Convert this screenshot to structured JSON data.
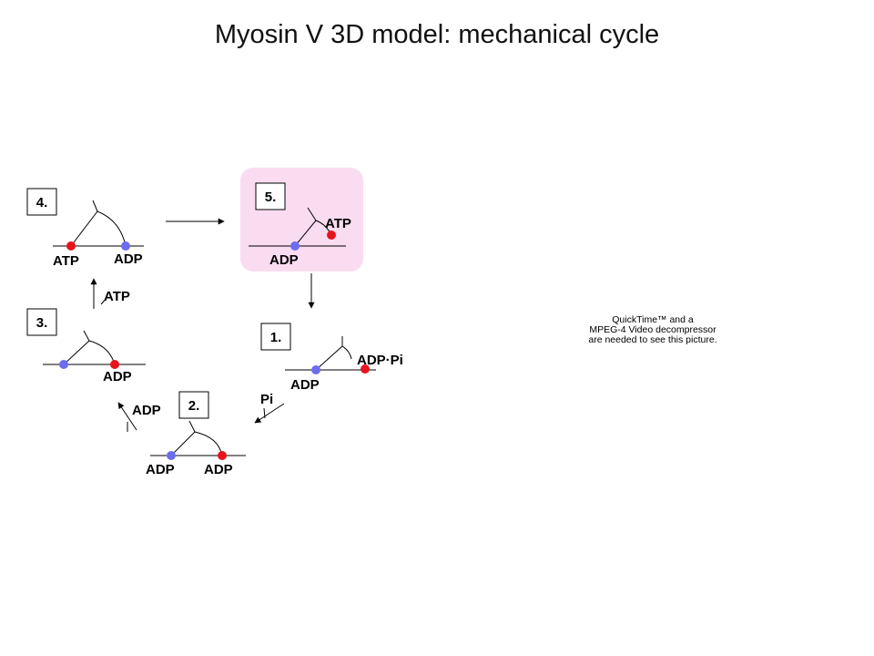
{
  "title": "Myosin V 3D model: mechanical cycle",
  "colors": {
    "red_head": "#e8141c",
    "blue_head": "#6b6cf0",
    "highlight": "#fadcf0",
    "line": "#000000"
  },
  "steps": {
    "s1": {
      "number": "1.",
      "labels": {
        "top": "ADP·Pi",
        "bottom": "ADP"
      }
    },
    "s2": {
      "number": "2.",
      "labels": {
        "left": "ADP",
        "right": "ADP"
      }
    },
    "s3": {
      "number": "3.",
      "labels": {
        "bottom": "ADP"
      }
    },
    "s4": {
      "number": "4.",
      "labels": {
        "left": "ATP",
        "right": "ADP"
      }
    },
    "s5": {
      "number": "5.",
      "labels": {
        "top": "ATP",
        "bottom": "ADP"
      }
    }
  },
  "transitions": {
    "release_pi": "Pi",
    "release_adp": "ADP",
    "bind_atp": "ATP"
  },
  "quicktime_note": "QuickTime™ and a\nMPEG-4 Video decompressor\nare needed to see this picture."
}
